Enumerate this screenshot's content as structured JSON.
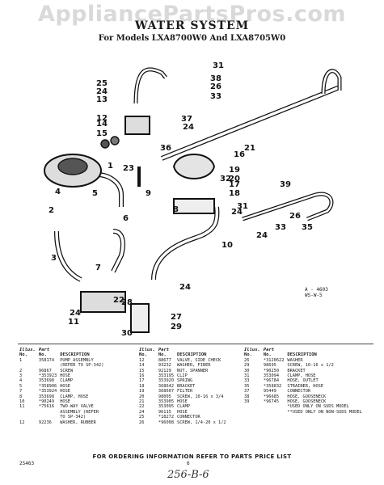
{
  "watermark": "AppliancePartsPros.com",
  "title": "WATER SYSTEM",
  "subtitle": "For Models LXA8700W0 And LXA8705W0",
  "callouts": [
    "1",
    "2",
    "3",
    "4",
    "5",
    "6",
    "7",
    "8",
    "9",
    "10",
    "11",
    "12",
    "13",
    "14",
    "15",
    "16",
    "17",
    "18",
    "19",
    "20",
    "21",
    "22",
    "23",
    "24",
    "24",
    "24",
    "24",
    "24",
    "24",
    "25",
    "26",
    "26",
    "27",
    "28",
    "29",
    "30",
    "31",
    "31",
    "32",
    "33",
    "33",
    "35",
    "36",
    "37",
    "38",
    "39"
  ],
  "reference_mark": [
    "A - 4603",
    "WS-W-5"
  ],
  "table_headers": {
    "illus": "Illus.",
    "part": "Part",
    "no1": "No.",
    "no2": "No.",
    "description": "DESCRIPTION"
  },
  "columns": [
    [
      {
        "illus": "1",
        "part": "358174",
        "desc": "PUMP ASSEMBLY"
      },
      {
        "illus": "",
        "part": "",
        "desc": "(REFER TO SP-342)"
      },
      {
        "illus": "2",
        "part": "96867",
        "desc": "SCREW"
      },
      {
        "illus": "3",
        "part": "*353923",
        "desc": "HOSE"
      },
      {
        "illus": "4",
        "part": "353698",
        "desc": "CLAMP"
      },
      {
        "illus": "5",
        "part": "*358906",
        "desc": "HOSE"
      },
      {
        "illus": "7",
        "part": "*353924",
        "desc": "HOSE"
      },
      {
        "illus": "8",
        "part": "353698",
        "desc": "CLAMP, HOSE"
      },
      {
        "illus": "10",
        "part": "*90249",
        "desc": "HOSE"
      },
      {
        "illus": "11",
        "part": "*75616",
        "desc": "TWO-WAY VALVE"
      },
      {
        "illus": "",
        "part": "",
        "desc": "ASSEMBLY (REFER"
      },
      {
        "illus": "",
        "part": "",
        "desc": "TO SP-342)"
      },
      {
        "illus": "12",
        "part": "92236",
        "desc": "WASHER, RUBBER"
      }
    ],
    [
      {
        "illus": "12",
        "part": "88677",
        "desc": "VALVE, SIDE CHECK"
      },
      {
        "illus": "14",
        "part": "93232",
        "desc": "WASHER, FIBER"
      },
      {
        "illus": "15",
        "part": "92129",
        "desc": "NUT, SPANNER"
      },
      {
        "illus": "16",
        "part": "353195",
        "desc": "CLIP"
      },
      {
        "illus": "17",
        "part": "353920",
        "desc": "SPRING"
      },
      {
        "illus": "18",
        "part": "368642",
        "desc": "BRACKET"
      },
      {
        "illus": "19",
        "part": "368607",
        "desc": "FILTER"
      },
      {
        "illus": "20",
        "part": "98005",
        "desc": "SCREW, 10-16 x 3/4"
      },
      {
        "illus": "21",
        "part": "353905",
        "desc": "HOSE"
      },
      {
        "illus": "22",
        "part": "353095",
        "desc": "CLAMP"
      },
      {
        "illus": "24",
        "part": "96115",
        "desc": "HOSE"
      },
      {
        "illus": "25",
        "part": "*18272",
        "desc": "CONNECTOR"
      },
      {
        "illus": "26",
        "part": "*96008",
        "desc": "SCREW, 1/4-20 x 1/2"
      }
    ],
    [
      {
        "illus": "26",
        "part": "*3120622",
        "desc": "WASHER"
      },
      {
        "illus": "29",
        "part": "98695",
        "desc": "SCREW, 10-16 x 1/2"
      },
      {
        "illus": "30",
        "part": "*90250",
        "desc": "BRACKET"
      },
      {
        "illus": "31",
        "part": "353094",
        "desc": "CLAMP, HOSE"
      },
      {
        "illus": "33",
        "part": "*96784",
        "desc": "HOSE, OUTLET"
      },
      {
        "illus": "35",
        "part": "*358832",
        "desc": "STRAINER, HOSE"
      },
      {
        "illus": "37",
        "part": "95449",
        "desc": "CONNECTOR"
      },
      {
        "illus": "38",
        "part": "*96685",
        "desc": "HOSE, GOOSENECK"
      },
      {
        "illus": "39",
        "part": "*96745",
        "desc": "HOSE, GOOSENECK"
      },
      {
        "illus": "",
        "part": "",
        "desc": ""
      },
      {
        "illus": "",
        "part": "",
        "desc": "*USED ONLY ON SUDS MODEL"
      },
      {
        "illus": "",
        "part": "",
        "desc": "**USED ONLY ON NON-SUDS MODEL"
      }
    ]
  ],
  "footer": "FOR ORDERING INFORMATION REFER TO PARTS PRICE LIST",
  "doc_code": "2S463",
  "page_number": "6",
  "handwritten": "256-B-6"
}
